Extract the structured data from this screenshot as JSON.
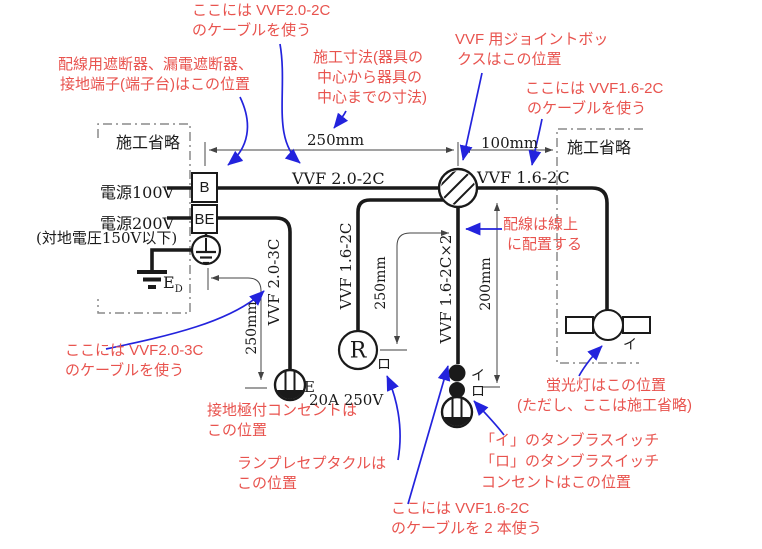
{
  "colors": {
    "annotation_red": "#e8534e",
    "arrow_blue": "#2323dd",
    "diagram_black": "#1a1a1a",
    "dash_gray": "#8a8a8a"
  },
  "left_region": {
    "omission": "施工省略",
    "source_100v": "電源100V",
    "source_200v": "電源200V",
    "voltage_note": "(対地電圧150V以下)",
    "breaker": "B",
    "earth_leakage_breaker": "BE",
    "earth_terminal_label": "E",
    "earth_terminal_sub": "D"
  },
  "right_region": {
    "omission": "施工省略"
  },
  "cables": {
    "main": "VVF 2.0-2C",
    "to_fluorescent": "VVF 1.6-2C",
    "to_outlet_e": "VVF 2.0-3C",
    "to_receptacle": "VVF 1.6-2C",
    "to_switches": "VVF 1.6-2C×2"
  },
  "dimensions": {
    "main_run": "250mm",
    "joint_to_omission": "100mm",
    "outlet_drop": "250mm",
    "receptacle_drop": "250mm",
    "switch_drop": "200mm"
  },
  "devices": {
    "receptacle_letter": "R",
    "receptacle_circuit": "ロ",
    "outlet_earth": "E",
    "outlet_rating": "20A 250V",
    "switch_i": "イ",
    "switch_ro": "ロ",
    "fluorescent_circuit": "イ"
  },
  "annotations": {
    "cable_2020": [
      "ここには VVF2.0-2C",
      "のケーブルを使う"
    ],
    "breakers": [
      "配線用遮断器、漏電遮断器、",
      "接地端子(端子台)はこの位置"
    ],
    "dimension_note": [
      "施工寸法(器具の",
      "中心から器具の",
      "中心までの寸法)"
    ],
    "joint_box": [
      "VVF 用ジョイントボッ",
      "クスはこの位置"
    ],
    "cable_1620": [
      "ここには VVF1.6-2C",
      "のケーブルを使う"
    ],
    "on_line": [
      "配線は線上",
      "に配置する"
    ],
    "cable_2030": [
      "ここには VVF2.0-3C",
      "のケーブルを使う"
    ],
    "outlet_e": [
      "接地極付コンセントは",
      "この位置"
    ],
    "receptacle": [
      "ランプレセプタクルは",
      "この位置"
    ],
    "cable_1620_double": [
      "ここには VVF1.6-2C",
      "のケーブルを 2 本使う"
    ],
    "switches": [
      "「イ」のタンブラスイッチ",
      "「ロ」のタンブラスイッチ",
      "コンセントはこの位置"
    ],
    "fluorescent": [
      "蛍光灯はこの位置",
      "(ただし、ここは施工省略)"
    ]
  }
}
